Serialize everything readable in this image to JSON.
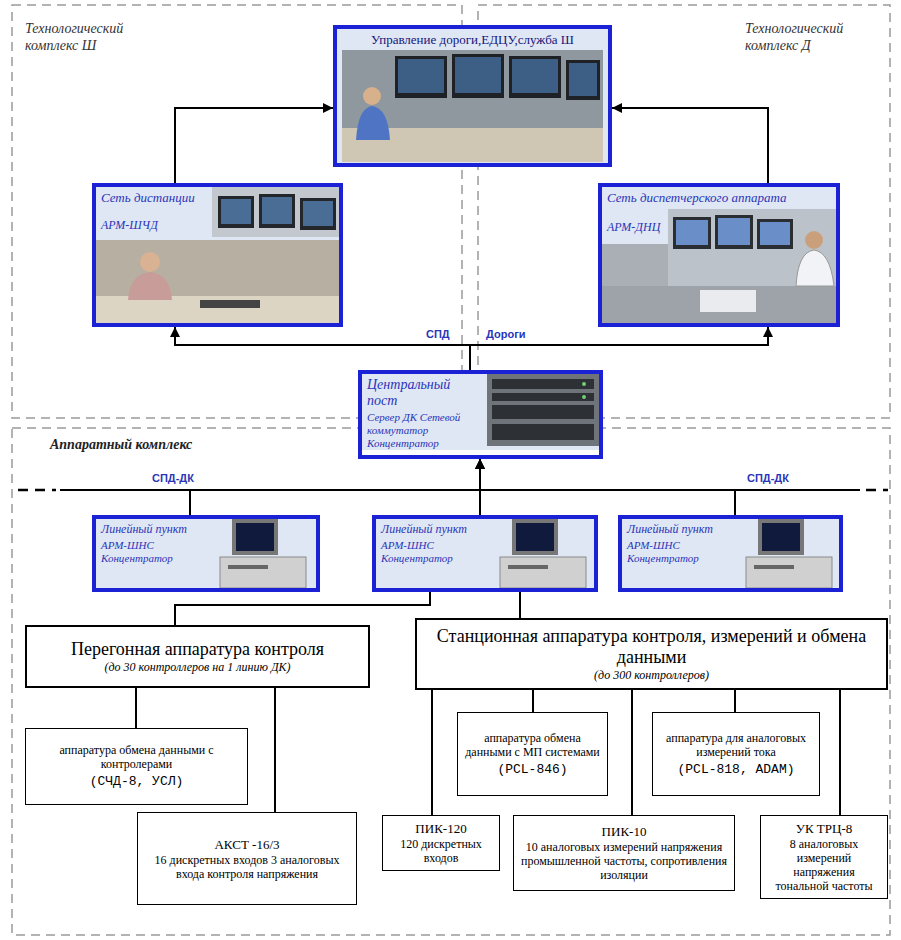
{
  "diagram": {
    "nodes": [
      {
        "text": [
          "Управление дороги,ЕДЦУ,служба Ш"
        ]
      },
      {
        "text": [
          "Сеть дистанции",
          "АРМ-ШЧД"
        ]
      },
      {
        "text": [
          "Сеть диспетчерского аппарата",
          "АРМ-ДНЦ"
        ]
      },
      {
        "text": [
          "Центральный пост",
          "Сервер ДК Сетевой коммутатор Концентратор"
        ]
      },
      {
        "text": [
          "Линейный пункт",
          "АРМ-ШНС Концентратор"
        ]
      },
      {
        "text": [
          "Линейный пункт",
          "АРМ-ШНС Концентратор"
        ]
      },
      {
        "text": [
          "Линейный пункт",
          "АРМ-ШНС Концентратор"
        ]
      },
      {
        "text": [
          "Перегонная аппаратура контроля",
          "(до 30 контроллеров на 1 линию ДК)"
        ]
      },
      {
        "text": [
          "Станционная аппаратура контроля, измерений и обмена данными",
          "(до 300 контроллеров)"
        ]
      },
      {
        "text": [
          "аппаратура обмена данными с контролерами",
          "(СЧД-8, УСЛ)"
        ]
      },
      {
        "text": [
          "АКСТ -16/3",
          "16 дискретных входов 3 аналоговых входа контроля напряжения"
        ]
      },
      {
        "text": [
          "аппаратура обмена данными с МП системами",
          "(PCL-846)"
        ]
      },
      {
        "text": [
          "аппаратура для аналоговых измерений тока",
          "(PCL-818, ADAM)"
        ]
      },
      {
        "text": [
          "ПИК-120",
          "120 дискретных входов"
        ]
      },
      {
        "text": [
          "ПИК-10",
          "10 аналоговых измерений напряжения промышленной частоты, сопротивления изоляции"
        ]
      },
      {
        "text": [
          "УК ТРЦ-8",
          "8 аналоговых измерений напряжения тональной частоты"
        ]
      }
    ],
    "edges": [
      {
        "from": 1,
        "to": 0,
        "arrow": "to"
      },
      {
        "from": 2,
        "to": 0,
        "arrow": "to"
      },
      {
        "from": 3,
        "to": 1,
        "label": "СПД",
        "arrow": "to"
      },
      {
        "from": 3,
        "to": 2,
        "label": "Дороги",
        "arrow": "to"
      },
      {
        "from": 4,
        "to": 3,
        "label": "СПД-ДК",
        "arrow": "to"
      },
      {
        "from": 5,
        "to": 3,
        "arrow": "to"
      },
      {
        "from": 6,
        "to": 3,
        "label": "СПД-ДК",
        "arrow": "to"
      },
      {
        "from": 5,
        "to": 7,
        "arrow": "none"
      },
      {
        "from": 5,
        "to": 8,
        "arrow": "none"
      },
      {
        "from": 7,
        "to": 9,
        "arrow": "none"
      },
      {
        "from": 7,
        "to": 10,
        "arrow": "none"
      },
      {
        "from": 8,
        "to": 13,
        "arrow": "none"
      },
      {
        "from": 8,
        "to": 11,
        "arrow": "none"
      },
      {
        "from": 8,
        "to": 14,
        "arrow": "none"
      },
      {
        "from": 8,
        "to": 12,
        "arrow": "none"
      },
      {
        "from": 8,
        "to": 15,
        "arrow": "none"
      }
    ],
    "labels": [
      "Технологический комплекс Ш",
      "Технологический комплекс Д",
      "Аппаратный комплекс"
    ]
  }
}
